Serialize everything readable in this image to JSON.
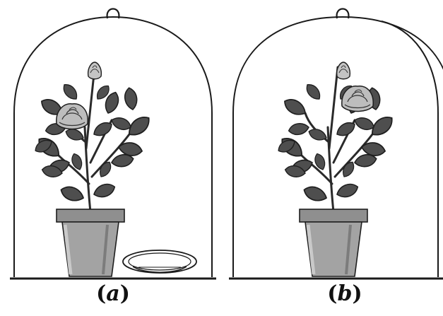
{
  "panels": [
    {
      "paren_open": "(",
      "letter": "a",
      "paren_close": ")"
    },
    {
      "paren_open": "(",
      "letter": "b",
      "paren_close": ")"
    }
  ],
  "colors": {
    "outline": "#1a1a1a",
    "leaf": "#4e4e4e",
    "leaf_dark": "#2f2f2f",
    "pot": "#9a9a9a",
    "pot_rim": "#8a8a8a",
    "flower": "#b8b8b8"
  },
  "icons": [
    "bell-jar",
    "potted-rose-plant",
    "water-dish"
  ]
}
